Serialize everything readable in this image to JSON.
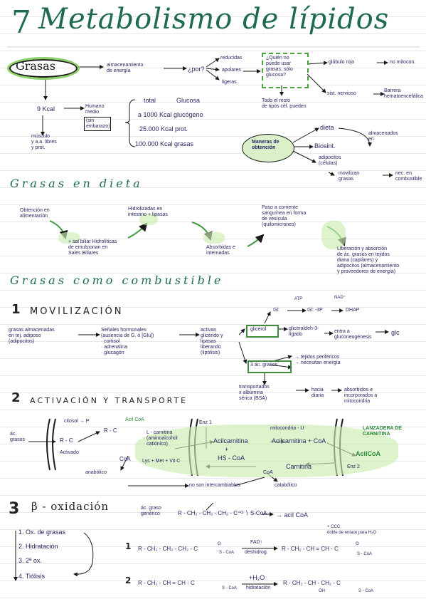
{
  "title": {
    "number": "7",
    "text": "Metabolismo de lípidos"
  },
  "grasas": {
    "label": "Grasas",
    "almac": "almacenamiento\nde energía",
    "por_que": "¿por?",
    "reducidas": "reducidas",
    "apolares": "apolares",
    "ligeras": "ligeras",
    "quien": "¿Quién no\npuede usar\ngrasas, sólo\nglucosa?",
    "globulo": "glóbulo rojo",
    "no_mitocon": "no mitocon.",
    "sist_nervioso": "sist. nervioso",
    "barrera": "Barrera\nhematoencefálica",
    "todo_resto": "Todo el resto\nde tipos cél. pueden",
    "kcal": "9 Kcal",
    "humano": "Humano\nmedio",
    "sin_embarazo": "(sin\nembarazo)",
    "total": "total",
    "glucosa": "Glucosa",
    "r1": "a 1000  Kcal  glucógeno",
    "r2": "25.000  Kcal  prot.",
    "r3": "100.000  Kcal  grasas",
    "musculo": "músculo\ny a.a. libres\ny prot.",
    "maneras": "Maneras de\nobtención",
    "dieta": "dieta",
    "biosint": "Biosint.",
    "adipocitos": "adipocitos\n(células)",
    "almacenados": "almacenados\nen",
    "movilizan": "movilizan\ngrasas",
    "nec_energ": "nec. en\ncombustible"
  },
  "dieta_section": {
    "heading": "Grasas   en   dieta",
    "s1": "Obtención en\nalimentación",
    "s2": "+ sal biliar Hidrolíticas\nde emulsionan en\nSales Biliares",
    "s3": "Hidrolizadas en\nintestino + lipasas",
    "s4": "Absorbidas e\ninternadas",
    "s5": "Paso a corriente\nsanguínea en forma\nde vesícula\n(quilomicrones)",
    "s6": "Liberación y absorción\nde ác. grasos en tejidos\ndiana (capilares) y\nadipocitos (almacenamiento\ny proveedores de energía)"
  },
  "combustible": {
    "heading": "Grasas   como   combustible",
    "n1": "1",
    "movil": "MOVILIZACIÓN",
    "grasas_alm": "grasas almacenadas\nen tej. adiposo\n(adipocitos)",
    "senales": "Señales hormonales\n(ausencia de G. ó [Glu])\n· cortisol\n· adrenalina\n· glucagón",
    "activan": "activan\nglicérido y\nlipasas\nliberando\n(lipólisis)",
    "glicerol": "glicerol",
    "gliceraldeh": "gliceraldeh-3-\nlígado",
    "entra": "entra a\ngluconeogénesis",
    "glc": "glc",
    "gl": "Gl:",
    "gl3p": "Gl: -3P",
    "dhap": "DHAP",
    "atp": "ATP",
    "nad": "NAD⁺",
    "acidos": "3 ác. grasos",
    "tejidos_perif": "→ tejidos periféricos\n→ necesitan energía",
    "transportados": "transportados\nx albúmina\nsérica (BSA)",
    "hacia": "hacia\ndiana",
    "absorbidos": "absorbidos e\nincorporados a\nmitocondria",
    "n2": "2",
    "activ": "ACTIVACIÓN  Y  TRANSPORTE",
    "citosol": "citosol → P",
    "acil_coa": "Acil CoA",
    "ac_grasos": "ác.\ngrasos",
    "activado": "Activado",
    "r_c": "R - C",
    "coa_a": "CoA",
    "l_carnitina": "L - carnitina\n(aminoalcohol\ncatiónico)",
    "lys": "Lys + Met + Vit C",
    "enz1": "Enz 1",
    "acilcarnitina": "Acilcarnitina",
    "plus": "+",
    "hs_coa": "HS - CoA",
    "mitocondria": "mitocondria - U",
    "acilcarnitina2": "Acilcarnitina + CoA",
    "lanzadera": "LANZADERA DE\nCARNITINA",
    "acil_coa2": "AcilCoA",
    "carnitina": "Carnitina",
    "enz2": "Enz 2",
    "coa": "CoA",
    "catabolico": "catabólico",
    "anabolico": "anabólico",
    "no_inter": "no son intercambiables",
    "n3": "3",
    "beta": "β - oxidación",
    "ac_graso_gen": "ác. graso\ngenérico",
    "formula1": "R - CH₂ - CH₂ - CH₂ - C⁼ᴼ ∖ S-CoA",
    "acil_coa3": "→ acil CoA",
    "steps": [
      "1. Ox.  de grasas",
      "2. Hidratación",
      "3. 2ª ox.",
      "4. Tiólisis"
    ],
    "f2_left": "R - CH₂ - CH₂ - CH₂ - C",
    "fad": "FAD↑",
    "deshidrog": "deshidrog.",
    "f2_right": "R - CH₂ - CH = CH - C",
    "cis": "+ CCC\ndoble de enlace para H₂O",
    "f3_left": "R - CH₂ - CH = CH - C",
    "h2o": "+H₂O",
    "hidratacion": "hidratación",
    "f3_right": "R - CH₂ - CH - CH₂ - C",
    "oh": "OH",
    "s_coa": "S - CoA",
    "o": "O"
  }
}
